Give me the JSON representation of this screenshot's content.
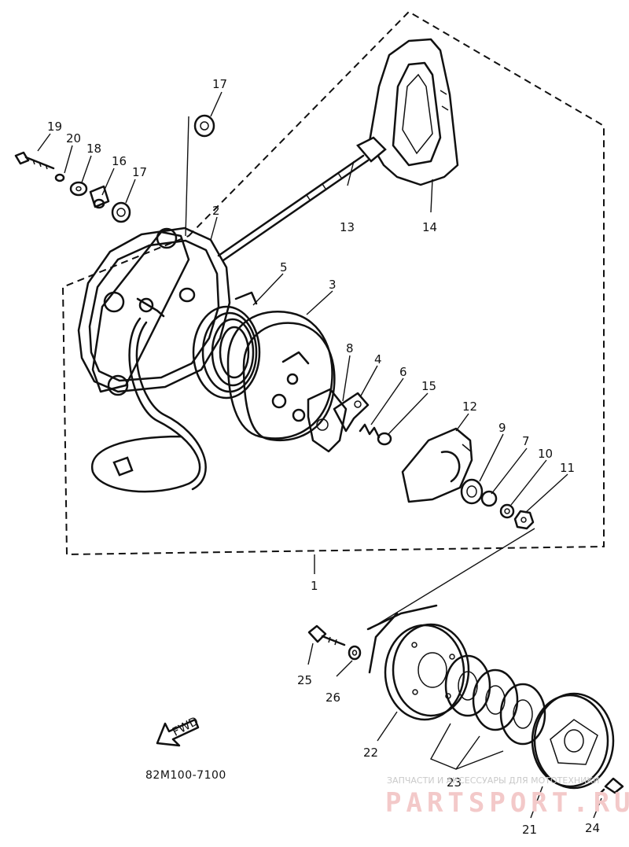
{
  "callouts": {
    "c1": "1",
    "c2": "2",
    "c3": "3",
    "c4": "4",
    "c5": "5",
    "c6": "6",
    "c7": "7",
    "c8": "8",
    "c9": "9",
    "c10": "10",
    "c11": "11",
    "c12": "12",
    "c13": "13",
    "c14": "14",
    "c15": "15",
    "c16": "16",
    "c17a": "17",
    "c17b": "17",
    "c18": "18",
    "c19": "19",
    "c20": "20",
    "c21": "21",
    "c22": "22",
    "c23": "23",
    "c24": "24",
    "c25": "25",
    "c26": "26"
  },
  "fwd_label": "FWD",
  "diagram_code": "82M100-7100",
  "watermark": {
    "caption": "ЗАПЧАСТИ И АКСЕССУАРЫ ДЛЯ МОТОТЕХНИКИ",
    "brand": "PARTSPORT.RU"
  }
}
